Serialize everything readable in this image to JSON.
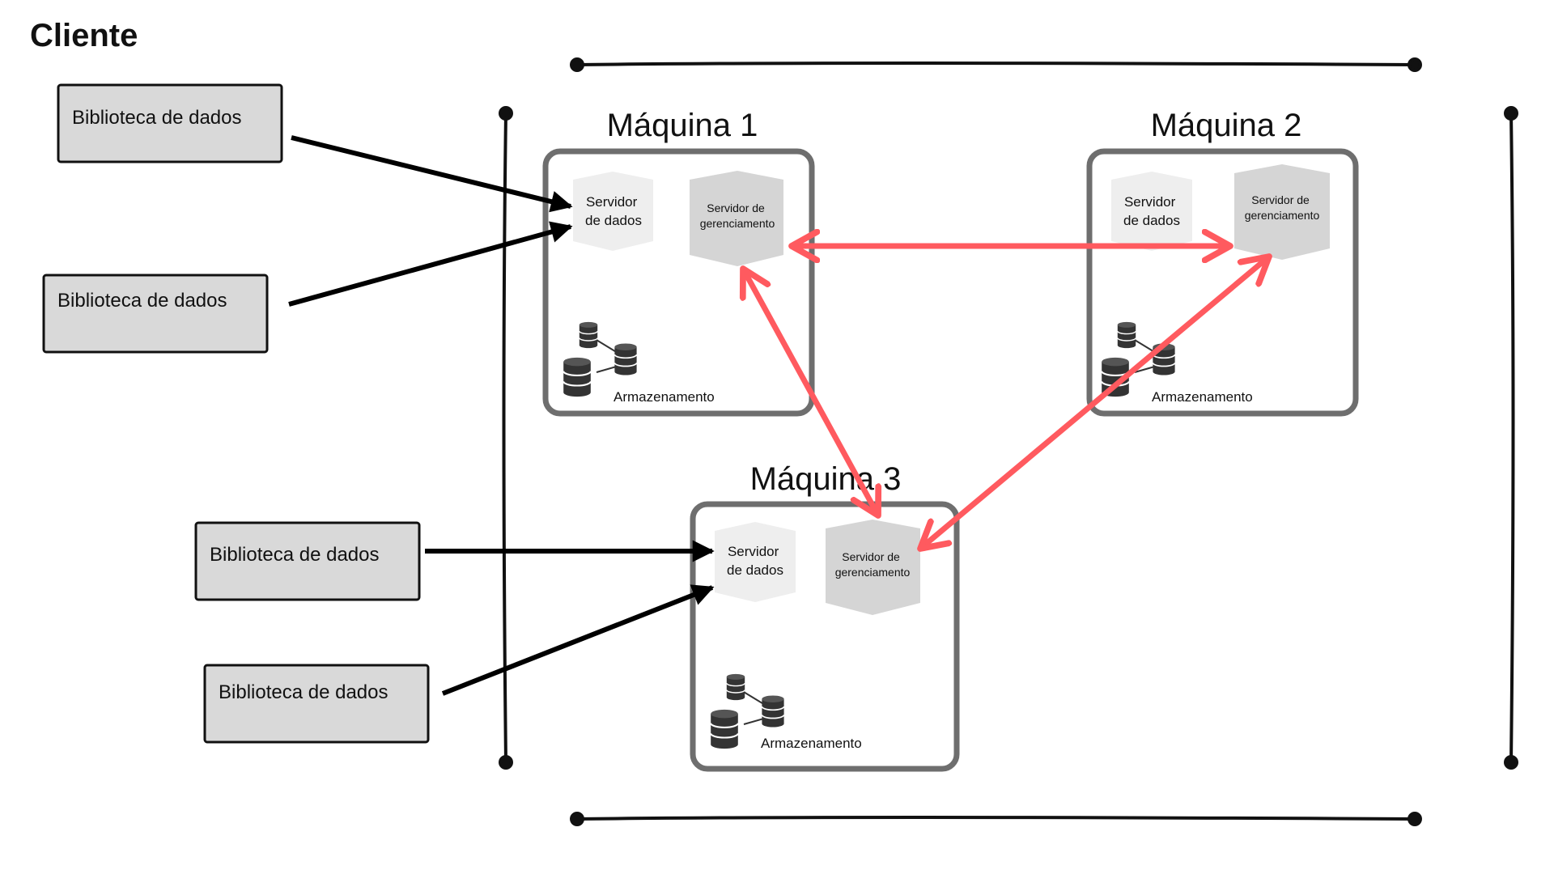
{
  "title": "Cliente",
  "libraries": [
    {
      "label": "Biblioteca de dados"
    },
    {
      "label": "Biblioteca de dados"
    },
    {
      "label": "Biblioteca de dados"
    },
    {
      "label": "Biblioteca de dados"
    }
  ],
  "machines": [
    {
      "name": "Máquina 1",
      "data_server": [
        "Servidor",
        "de dados"
      ],
      "mgmt_server": [
        "Servidor de",
        "gerenciamento"
      ],
      "storage": "Armazenamento"
    },
    {
      "name": "Máquina 2",
      "data_server": [
        "Servidor",
        "de dados"
      ],
      "mgmt_server": [
        "Servidor de",
        "gerenciamento"
      ],
      "storage": "Armazenamento"
    },
    {
      "name": "Máquina 3",
      "data_server": [
        "Servidor",
        "de dados"
      ],
      "mgmt_server": [
        "Servidor de",
        "gerenciamento"
      ],
      "storage": "Armazenamento"
    }
  ],
  "colors": {
    "client_arrow": "#000000",
    "mgmt_link": "#ff5a5f",
    "machine_border": "#6e6e6e",
    "library_fill": "#d9d9d9",
    "data_server_fill": "#eeeeee",
    "mgmt_server_fill": "#d5d5d5",
    "database_icon": "#333333"
  },
  "icons": [
    "database-icon"
  ]
}
